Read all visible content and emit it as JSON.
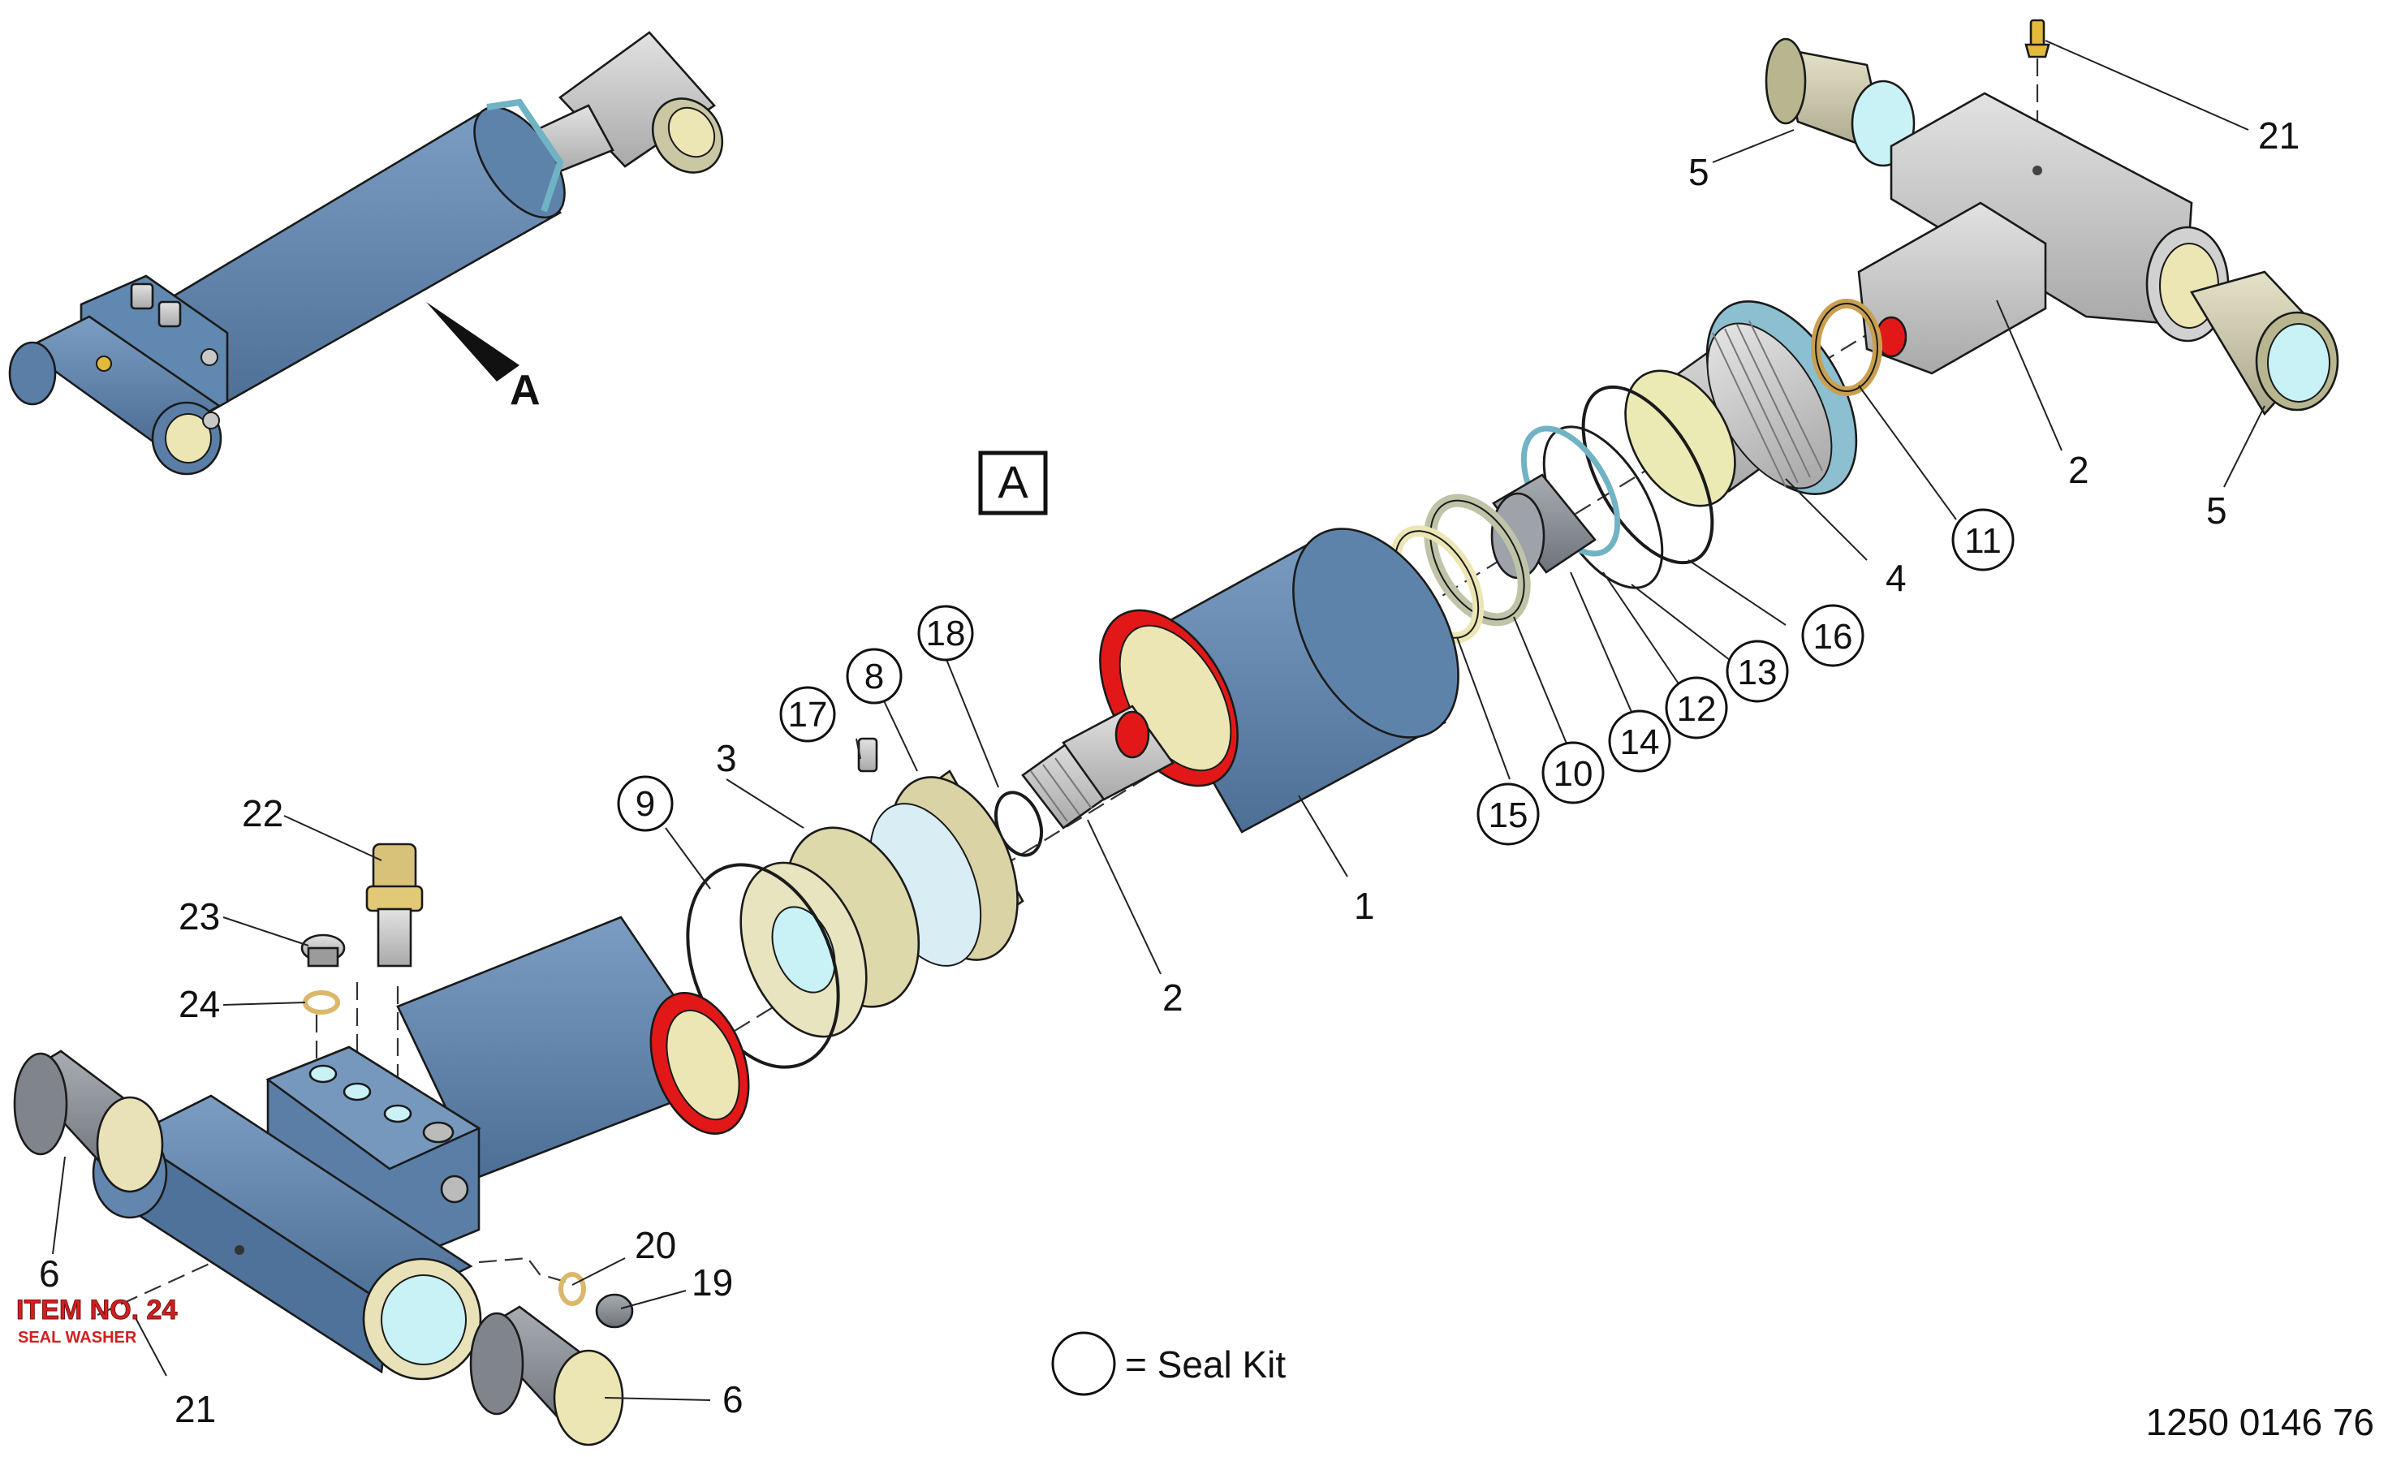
{
  "view_marker": {
    "arrow_label": "A",
    "view_label": "A"
  },
  "legend": {
    "text": "= Seal Kit"
  },
  "document_number": "1250 0146 76",
  "stamp": {
    "line1": "ITEM NO. 24",
    "line2": "SEAL WASHER"
  },
  "labels": {
    "n1": "1",
    "n2a": "2",
    "n2b": "2",
    "n3": "3",
    "n4": "4",
    "n5a": "5",
    "n5b": "5",
    "n6a": "6",
    "n6b": "6",
    "n19": "19",
    "n20": "20",
    "n21a": "21",
    "n21b": "21",
    "n22": "22",
    "n23": "23",
    "n24": "24"
  },
  "seal_kit_labels": {
    "c8": "8",
    "c9": "9",
    "c10": "10",
    "c11": "11",
    "c12": "12",
    "c13": "13",
    "c14": "14",
    "c15": "15",
    "c16": "16",
    "c17": "17",
    "c18": "18"
  },
  "colors": {
    "barrel_blue": "#5f84ad",
    "steel_grey": "#c8c8c8",
    "bushing_grey": "#8c9097",
    "cream": "#ece6b4",
    "seal_red": "#e21818",
    "glass_cyan": "#c8f2f6",
    "tan": "#d9b86a",
    "brass": "#d8c27a"
  }
}
